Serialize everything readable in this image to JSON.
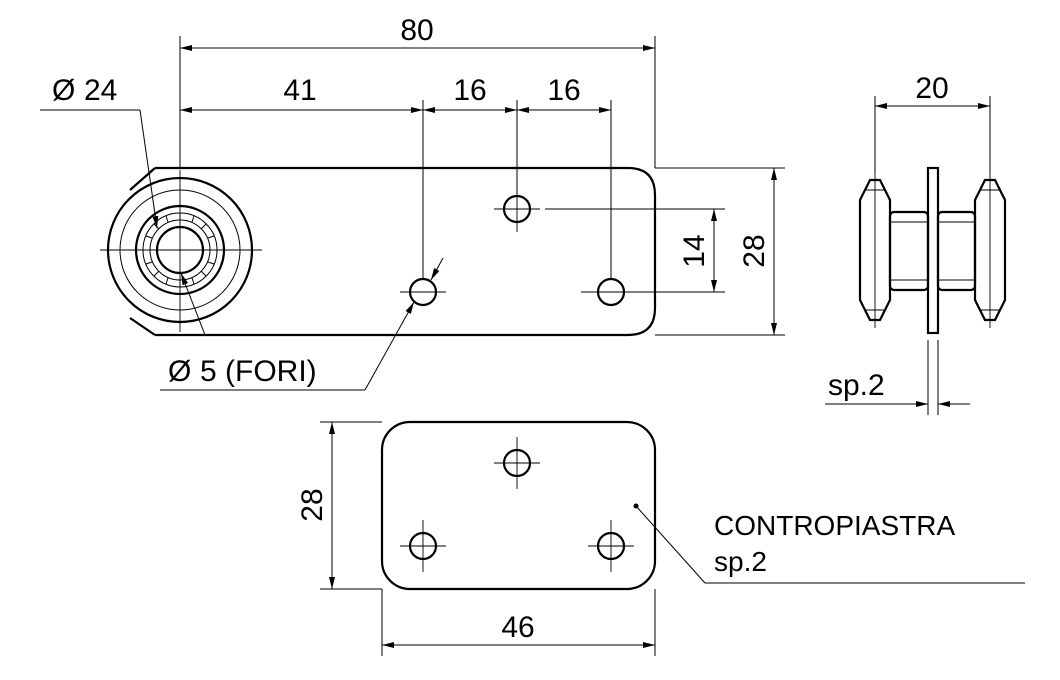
{
  "dimensions": {
    "top_length": "80",
    "seg_a": "41",
    "seg_b": "16",
    "seg_c": "16",
    "roller_dia": "24",
    "hole_dia": "5 (FORI)",
    "hole_spacing": "14",
    "plate_height": "28",
    "side_width": "20",
    "side_thickness": "sp.2",
    "counter_height": "28",
    "counter_length": "46"
  },
  "labels": {
    "counterplate_name": "CONTROPIASTRA",
    "counterplate_thickness": "sp.2"
  },
  "symbols": {
    "diameter": "Ø"
  }
}
